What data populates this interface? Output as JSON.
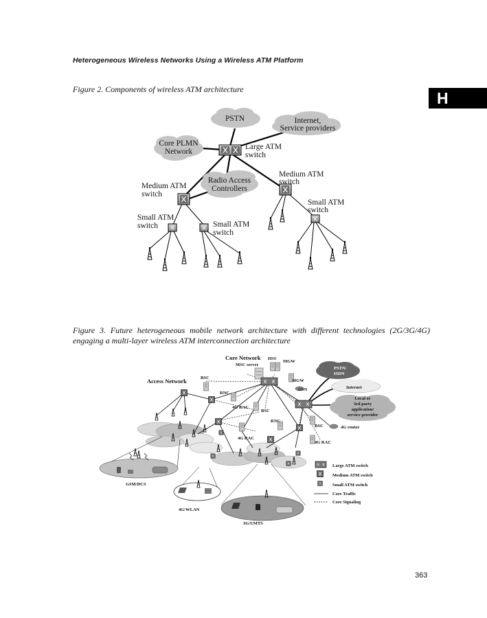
{
  "running_header": "Heterogeneous Wireless Networks Using a Wireless ATM Platform",
  "section_tab": "H",
  "figure2": {
    "caption": "Figure 2. Components of wireless ATM architecture",
    "clouds": {
      "pstn": "PSTN",
      "internet_l1": "Internet,",
      "internet_l2": "Service providers",
      "core_l1": "Core PLMN",
      "core_l2": "Network",
      "rac_l1": "Radio Access",
      "rac_l2": "Controllers"
    },
    "labels": {
      "large_l1": "Large ATM",
      "large_l2": "switch",
      "medium_left_l1": "Medium ATM",
      "medium_left_l2": "switch",
      "medium_right_l1": "Medium ATM",
      "medium_right_l2": "switch",
      "small_left_l1": "Small ATM",
      "small_left_l2": "switch",
      "small_mid_l1": "Small ATM",
      "small_mid_l2": "switch",
      "small_right_l1": "Small ATM",
      "small_right_l2": "switch"
    }
  },
  "figure3": {
    "caption": "Figure 3. Future heterogeneous mobile network architecture with different technologies (2G/3G/4G) engaging a multi-layer wireless ATM interconnection architecture",
    "labels": {
      "core_network": "Core Network",
      "msc_server": "MSC server",
      "hss": "HSS",
      "mgw_top": "MGW",
      "mgw_mid": "MGW",
      "gsn": "GSN",
      "access_network": "Access Network",
      "bsc_top": "BSC",
      "rnc_top": "RNC",
      "rac_4g_top": "4G RAC",
      "bsc_mid": "BSC",
      "rnc_mid": "RNC",
      "bsc_right": "BSC",
      "rac_4g_mid": "4G RAC",
      "rac_4g_right": "4G RAC",
      "router_4g": "4G router",
      "pstn_l1": "PSTN/",
      "pstn_l2": "ISDN",
      "internet": "Internet",
      "local_l1": "Local or",
      "local_l2": "3rd party",
      "local_l3": "application/",
      "local_l4": "service provider",
      "gsm": "GSM/DCS",
      "wlan": "4G/WLAN",
      "umts": "3G/UMTS"
    },
    "legend": {
      "large": "Large ATM switch",
      "medium": "Medium ATM switch",
      "small": "Small ATM switch",
      "core_traffic": "Core Traffic",
      "core_signaling": "Core Signaling"
    }
  },
  "page_number": "363"
}
